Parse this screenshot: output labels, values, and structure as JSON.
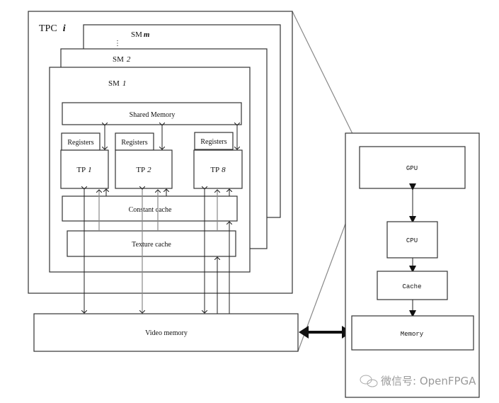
{
  "diagram": {
    "tpc": {
      "label": "TPC",
      "index": "i"
    },
    "sm_stack": [
      {
        "label": "SM",
        "index": "m"
      },
      {
        "label": "SM",
        "index": "2"
      },
      {
        "label": "SM",
        "index": "1"
      }
    ],
    "ellipsis": "⋮",
    "shared_memory": "Shared Memory",
    "registers": [
      "Registers",
      "Registers",
      "Registers"
    ],
    "thread_processors": [
      {
        "label": "TP",
        "index": "1"
      },
      {
        "label": "TP",
        "index": "2"
      },
      {
        "label": "TP",
        "index": "8"
      }
    ],
    "constant_cache": "Constant cache",
    "texture_cache": "Texture cache",
    "video_memory": "Video memory",
    "host": {
      "gpu": "GPU",
      "cpu": "CPU",
      "cache": "Cache",
      "memory": "Memory"
    }
  },
  "watermark": "微信号: OpenFPGA"
}
